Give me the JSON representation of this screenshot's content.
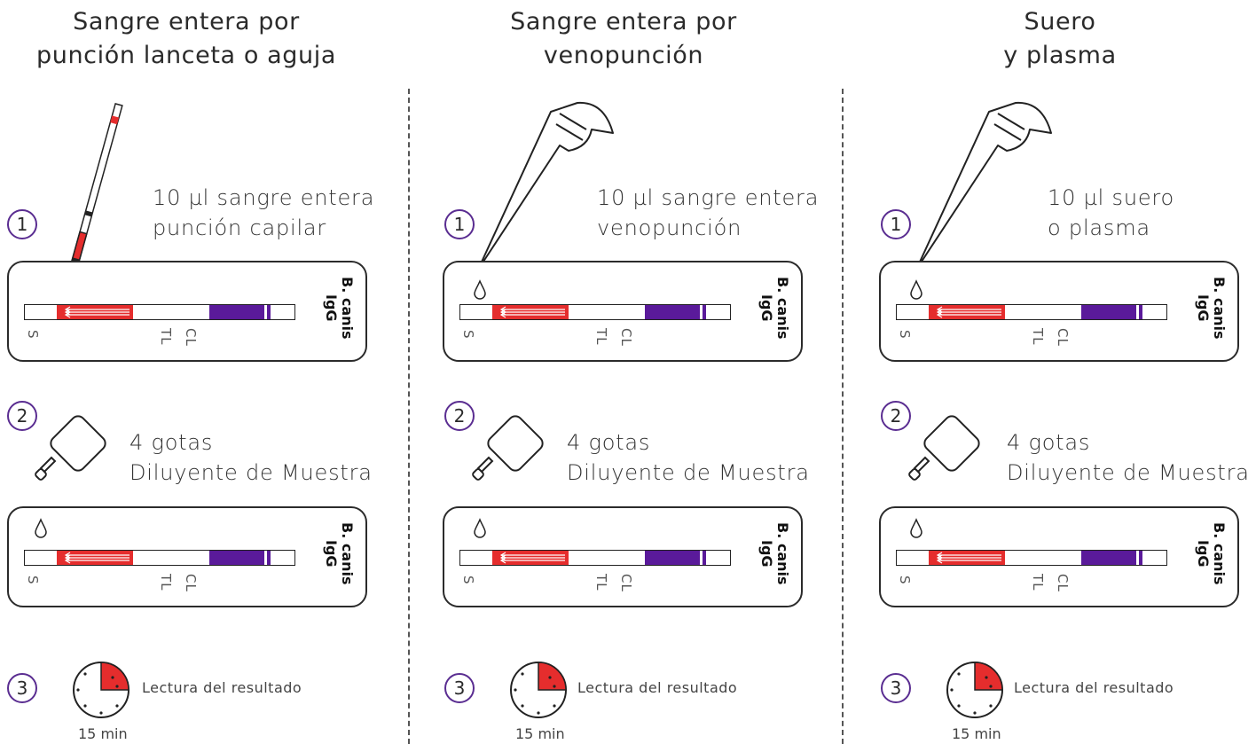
{
  "colors": {
    "accent_purple": "#5a2d91",
    "strip_red": "#e52d2d",
    "strip_purple": "#5a1a9a"
  },
  "columns": [
    {
      "title": [
        "Sangre entera por",
        "punción lanceta o aguja"
      ],
      "step1": [
        "10 µl sangre entera",
        "punción capilar"
      ],
      "step2": [
        "4 gotas",
        "Diluyente de Muestra"
      ],
      "step3": "Lectura del resultado",
      "time": "15 min",
      "tool": "capillary-tube-icon"
    },
    {
      "title": [
        "Sangre entera por",
        "venopunción"
      ],
      "step1": [
        "10 µl sangre entera",
        "venopunción"
      ],
      "step2": [
        "4 gotas",
        "Diluyente de Muestra"
      ],
      "step3": "Lectura del resultado",
      "time": "15 min",
      "tool": "pipette-icon"
    },
    {
      "title": [
        "Suero",
        "y plasma"
      ],
      "step1": [
        "10 µl suero",
        "o plasma"
      ],
      "step2": [
        "4 gotas",
        "Diluyente de Muestra"
      ],
      "step3": "Lectura del resultado",
      "time": "15 min",
      "tool": "pipette-icon"
    }
  ],
  "steps": [
    "1",
    "2",
    "3"
  ],
  "card": {
    "brand_line1": "B. canis",
    "brand_line2": "IgG",
    "label_s": "S",
    "label_tl": "TL",
    "label_cl": "CL"
  }
}
